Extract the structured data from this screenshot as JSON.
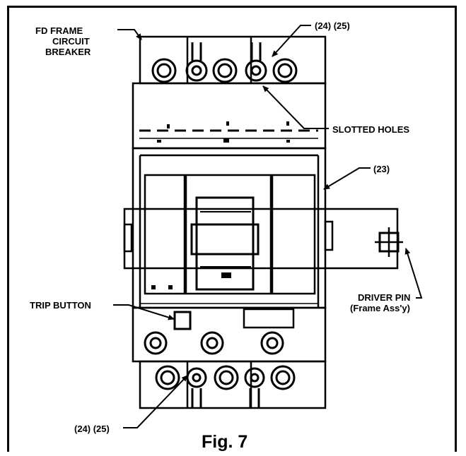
{
  "figure": {
    "caption": "Fig. 7"
  },
  "labels": {
    "fd_frame_line1": "FD FRAME",
    "fd_frame_line2": "CIRCUIT",
    "fd_frame_line3": "BREAKER",
    "top_ref": "(24) (25)",
    "slotted_holes": "SLOTTED HOLES",
    "ref_23": "(23)",
    "trip_button": "TRIP BUTTON",
    "driver_pin_line1": "DRIVER PIN",
    "driver_pin_line2": "(Frame Ass'y)",
    "bottom_ref": "(24) (25)"
  }
}
